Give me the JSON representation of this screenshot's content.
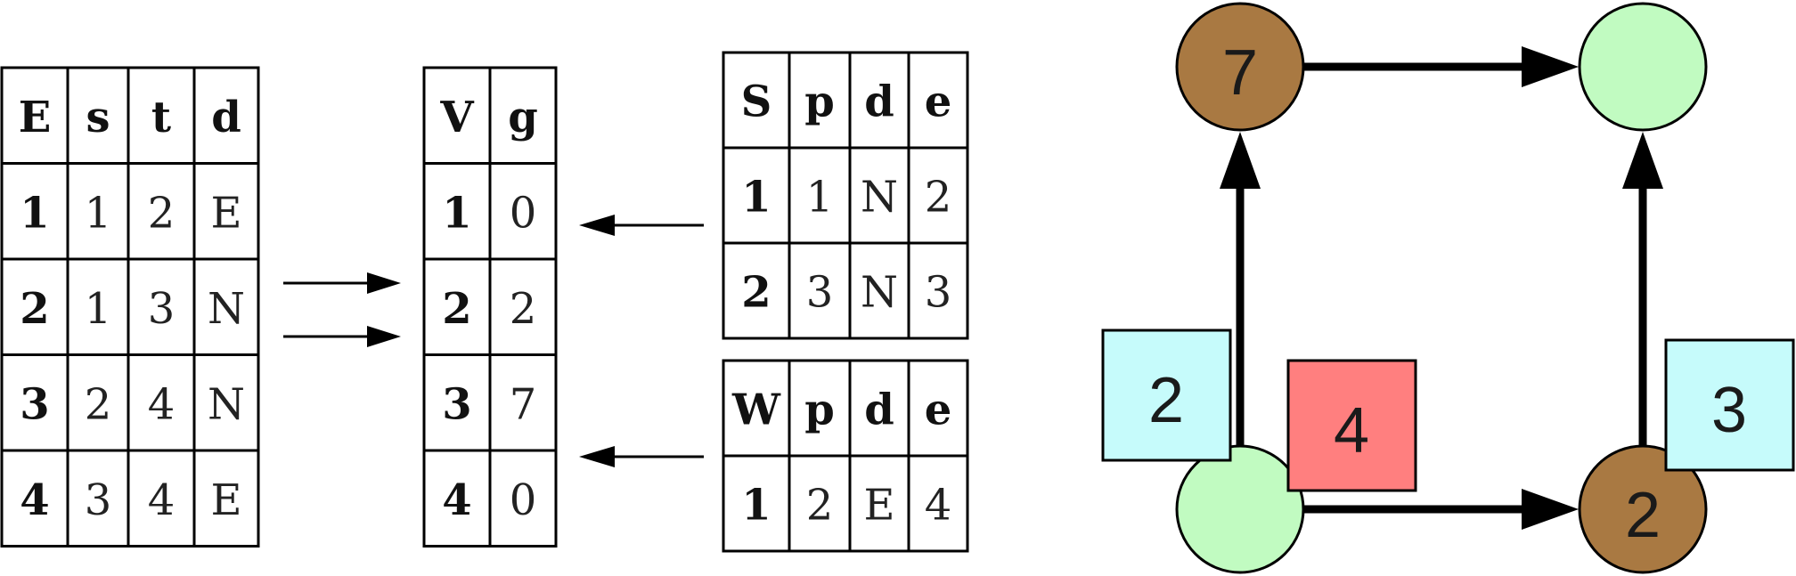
{
  "tables": {
    "edges": {
      "header": [
        "E",
        "s",
        "t",
        "d"
      ],
      "rows": [
        [
          "1",
          "1",
          "2",
          "E"
        ],
        [
          "2",
          "1",
          "3",
          "N"
        ],
        [
          "3",
          "2",
          "4",
          "N"
        ],
        [
          "4",
          "3",
          "4",
          "E"
        ]
      ]
    },
    "vertices": {
      "header": [
        "V",
        "g"
      ],
      "rows": [
        [
          "1",
          "0"
        ],
        [
          "2",
          "2"
        ],
        [
          "3",
          "7"
        ],
        [
          "4",
          "0"
        ]
      ]
    },
    "s_table": {
      "header": [
        "S",
        "p",
        "d",
        "e"
      ],
      "rows": [
        [
          "1",
          "1",
          "N",
          "2"
        ],
        [
          "2",
          "3",
          "N",
          "3"
        ]
      ]
    },
    "w_table": {
      "header": [
        "W",
        "p",
        "d",
        "e"
      ],
      "rows": [
        [
          "1",
          "2",
          "E",
          "4"
        ]
      ]
    }
  },
  "graph": {
    "nodes": {
      "top_left": {
        "label": "7",
        "color": "#A97942"
      },
      "top_right": {
        "label": "",
        "color": "#C1FBC1"
      },
      "bottom_left": {
        "label": "",
        "color": "#C1FBC1"
      },
      "bottom_right": {
        "label": "2",
        "color": "#A97942"
      }
    },
    "boxes": {
      "left": {
        "label": "2",
        "color": "#C6FBFB"
      },
      "middle": {
        "label": "4",
        "color": "#FF7F7F"
      },
      "right": {
        "label": "3",
        "color": "#C6FBFB"
      }
    }
  }
}
